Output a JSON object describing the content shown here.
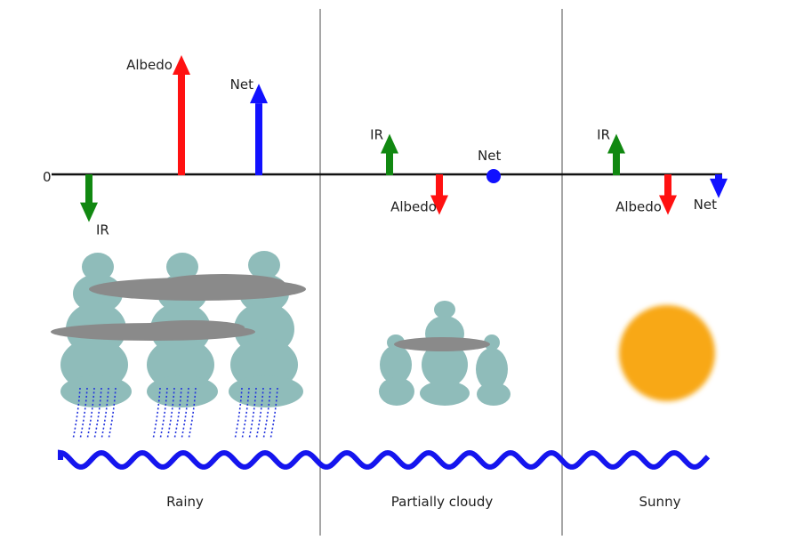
{
  "axis": {
    "zero_label": "0"
  },
  "colors": {
    "ir": "#118811",
    "albedo": "#ff1111",
    "net": "#1111ff",
    "cloud": "#8fbcba",
    "gray_cloud": "#8a8a8a",
    "sun": "#f8a818",
    "wave": "#1515ee"
  },
  "panels": [
    {
      "name": "Rainy",
      "arrows": [
        {
          "label": "IR",
          "kind": "ir",
          "value": -1
        },
        {
          "label": "Albedo",
          "kind": "albedo",
          "value": 2.5
        },
        {
          "label": "Net",
          "kind": "net",
          "value": 1.9
        }
      ]
    },
    {
      "name": "Partially cloudy",
      "arrows": [
        {
          "label": "IR",
          "kind": "ir",
          "value": 0.85
        },
        {
          "label": "Albedo",
          "kind": "albedo",
          "value": -0.85
        },
        {
          "label": "Net",
          "kind": "net",
          "value": 0
        }
      ]
    },
    {
      "name": "Sunny",
      "arrows": [
        {
          "label": "IR",
          "kind": "ir",
          "value": 0.85
        },
        {
          "label": "Albedo",
          "kind": "albedo",
          "value": -0.85
        },
        {
          "label": "Net",
          "kind": "net",
          "value": -0.5
        }
      ]
    }
  ]
}
